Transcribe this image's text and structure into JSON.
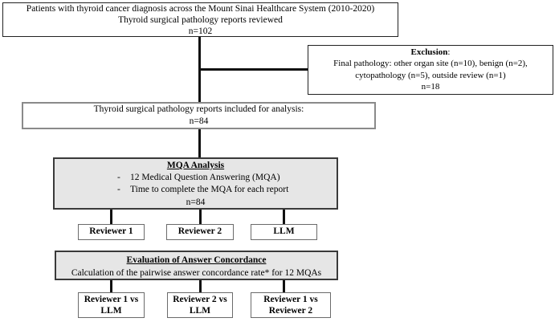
{
  "colors": {
    "box_fill_gray": "#e6e6e6",
    "connector": "#111111",
    "border_dark": "#222222",
    "border_gray": "#8a8a8a"
  },
  "boxes": {
    "patients": {
      "line1": "Patients with thyroid cancer diagnosis across the Mount Sinai Healthcare System (2010-2020)",
      "line2": "Thyroid surgical pathology reports reviewed",
      "line3": "n=102"
    },
    "exclusion": {
      "title": "Exclusion",
      "title_colon": ":",
      "line1": "Final pathology: other organ site (n=10), benign (n=2),",
      "line2": "cytopathology (n=5), outside review (n=1)",
      "line3": "n=18"
    },
    "included": {
      "line1": "Thyroid surgical pathology reports included for analysis:",
      "line2": "n=84"
    },
    "mqa": {
      "title": "MQA Analysis",
      "dash": "-",
      "bullet1": "12 Medical Question Answering (MQA)",
      "bullet2": "Time to complete the MQA for each report",
      "n": "n=84"
    },
    "reviewers": [
      {
        "label": "Reviewer 1"
      },
      {
        "label": "Reviewer 2"
      },
      {
        "label": "LLM"
      }
    ],
    "evaluation": {
      "title": "Evaluation of Answer Concordance",
      "line1": "Calculation of the pairwise answer concordance rate* for 12 MQAs"
    },
    "comparisons": [
      {
        "line1": "Reviewer 1 vs",
        "line2": "LLM"
      },
      {
        "line1": "Reviewer 2 vs",
        "line2": "LLM"
      },
      {
        "line1": "Reviewer 1 vs",
        "line2": "Reviewer 2"
      }
    ]
  }
}
